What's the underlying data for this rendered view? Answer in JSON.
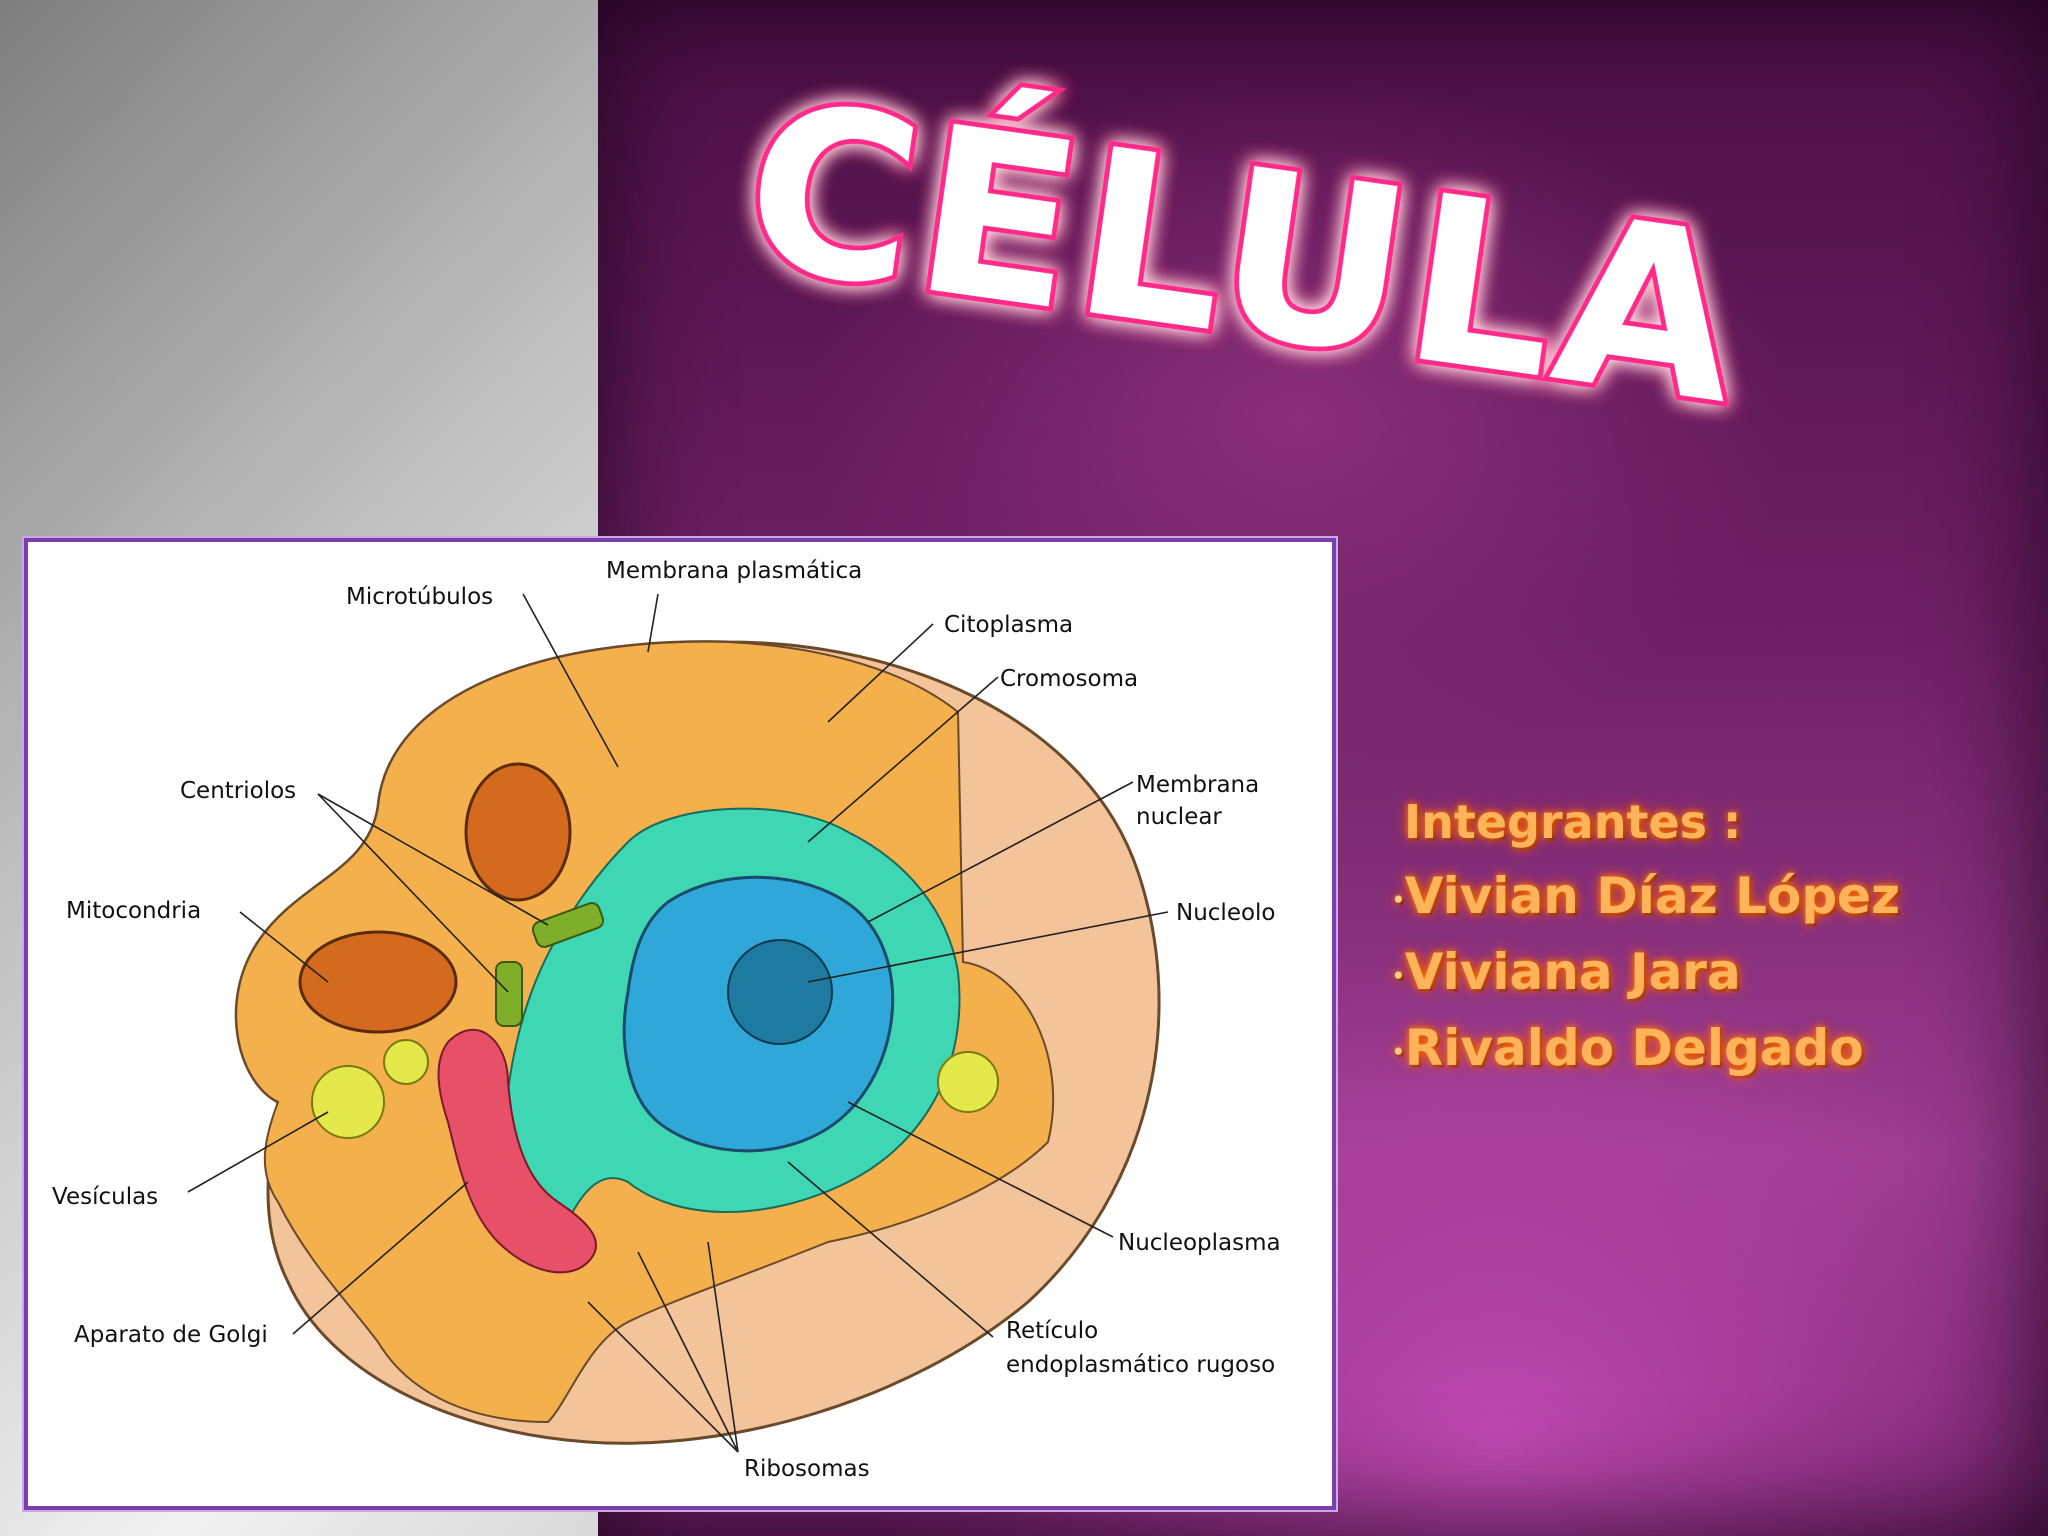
{
  "slide": {
    "title": "CÉLULA",
    "integrantes_heading": "Integrantes :",
    "members": [
      "Vivian Díaz López",
      "Viviana Jara",
      "Rivaldo Delgado"
    ]
  },
  "diagram": {
    "labels": {
      "microtubulos": "Microtúbulos",
      "membrana_plasmatica": "Membrana plasmática",
      "citoplasma": "Citoplasma",
      "cromosoma": "Cromosoma",
      "centriolos": "Centriolos",
      "membrana_nuclear_1": "Membrana",
      "membrana_nuclear_2": "nuclear",
      "mitocondria": "Mitocondria",
      "nucleolo": "Nucleolo",
      "vesiculas": "Vesículas",
      "nucleoplasma": "Nucleoplasma",
      "aparato_golgi": "Aparato de Golgi",
      "reticulo_1": "Retículo",
      "reticulo_2": "endoplasmático rugoso",
      "ribosomas": "Ribosomas"
    }
  },
  "colors": {
    "title_fill": "#ffffff",
    "title_glow": "#ff2a8a",
    "members_text": "#ffb35a",
    "frame_border": "#7b3fb0",
    "cytoplasm": "#f5b04e",
    "cell_body": "#f3c39a",
    "er": "#3fd6b4",
    "nucleus": "#2fa7d8",
    "nucleolus": "#1e7aa0",
    "golgi": "#e8506a",
    "mitochondria": "#d46a1e",
    "vesicle": "#e4e84a"
  }
}
